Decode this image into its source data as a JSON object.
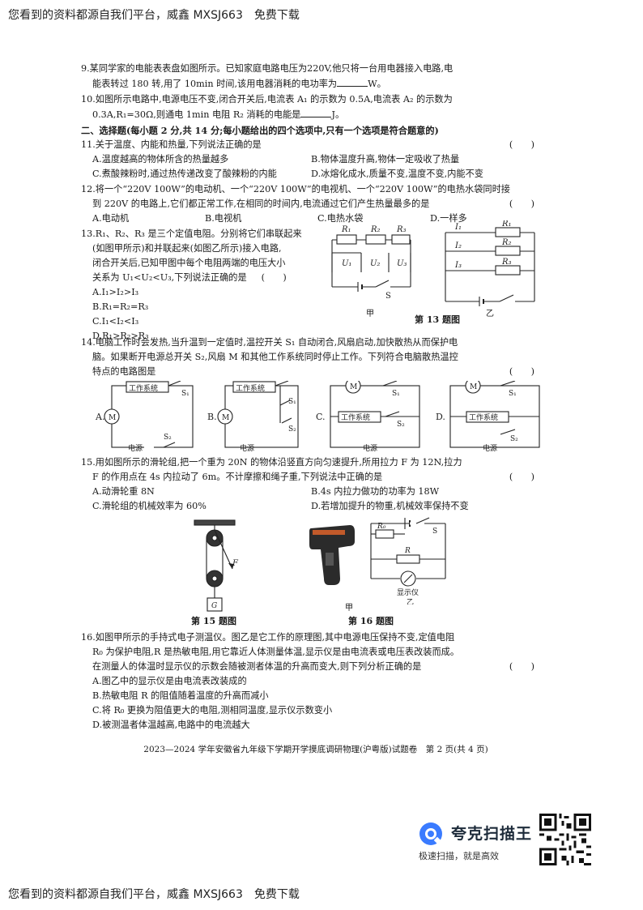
{
  "banner": "您看到的资料都源自我们平台，威鑫 MXSJ663　免费下载",
  "q9": {
    "line1": "9.某同学家的电能表表盘如图所示。已知家庭电路电压为220V,他只将一台用电器接入电路,电",
    "line2_a": "能表转过 180 转,用了 10min 时间,该用电器消耗的电功率为",
    "line2_b": "W。"
  },
  "q10": {
    "line1": "10.如图所示电路中,电源电压不变,闭合开关后,电流表 A₁ 的示数为 0.5A,电流表 A₂ 的示数为",
    "line2_a": "0.3A,R₁=30Ω,则通电 1min 电阻 R₂ 消耗的电能是",
    "line2_b": "J。"
  },
  "section2": "二、选择题(每小题 2 分,共 14 分;每小题给出的四个选项中,只有一个选项是符合题意的)",
  "paren": "(　　)",
  "q11": {
    "stem": "11.关于温度、内能和热量,下列说法正确的是",
    "A": "A.温度越高的物体所含的热量越多",
    "B": "B.物体温度升高,物体一定吸收了热量",
    "C": "C.煮酸辣粉时,通过热传递改变了酸辣粉的内能",
    "D": "D.冰熔化成水,质量不变,温度不变,内能不变"
  },
  "q12": {
    "line1": "12.将一个“220V 100W”的电动机、一个“220V 100W”的电视机、一个“220V 100W”的电热水袋同时接",
    "line2": "到 220V 的电路上,它们都正常工作,在相同的时间内,电流通过它们产生热量最多的是",
    "A": "A.电动机",
    "B": "B.电视机",
    "C": "C.电热水袋",
    "D": "D.一样多"
  },
  "q13": {
    "line1": "13.R₁、R₂、R₃ 是三个定值电阻。分别将它们串联起来",
    "line2": "(如图甲所示)和并联起来(如图乙所示)接入电路,",
    "line3": "闭合开关后,已知甲图中每个电阻两端的电压大小",
    "line4": "关系为 U₁<U₂<U₃,下列说法正确的是",
    "A": "A.I₁>I₂>I₃",
    "B": "B.R₁=R₂=R₃",
    "C": "C.I₁<I₂<I₃",
    "D": "D.R₁>R₂>R₃",
    "caption": "第 13 题图",
    "jia": "甲",
    "yi": "乙",
    "labels": {
      "R1": "R₁",
      "R2": "R₂",
      "R3": "R₃",
      "U1": "U₁",
      "U2": "U₂",
      "U3": "U₃",
      "S": "S",
      "I1": "I₁",
      "I2": "I₂",
      "I3": "I₃"
    }
  },
  "q14": {
    "line1": "14.电脑工作时会发热,当升温到一定值时,温控开关 S₁ 自动闭合,风扇启动,加快散热从而保护电",
    "line2": "脑。如果断开电源总开关 S₂,风扇 M 和其他工作系统同时停止工作。下列符合电脑散热温控",
    "line3": "特点的电路图是",
    "opts": [
      "A.",
      "B.",
      "C.",
      "D."
    ],
    "work": "工作系统",
    "power": "电源",
    "M": "M",
    "S1": "S₁",
    "S2": "S₂"
  },
  "q15": {
    "line1": "15.用如图所示的滑轮组,把一个重为 20N 的物体沿竖直方向匀速提升,所用拉力 F 为 12N,拉力",
    "line2": "F 的作用点在 4s 内拉动了 6m。不计摩擦和绳子重,下列说法中正确的是",
    "A": "A.动滑轮重 8N",
    "B": "B.4s 内拉力做功的功率为 18W",
    "C": "C.滑轮组的机械效率为 60%",
    "D": "D.若增加提升的物重,机械效率保持不变",
    "caption": "第 15 题图",
    "F": "F",
    "G": "G"
  },
  "q16": {
    "caption": "第 16 题图",
    "jia": "甲",
    "yi": "乙",
    "R0": "R₀",
    "R": "R",
    "S": "S",
    "display": "显示仪",
    "line1": "16.如图甲所示的手持式电子测温仪。图乙是它工作的原理图,其中电源电压保持不变,定值电阻",
    "line2": "R₀ 为保护电阻,R 是热敏电阻,用它靠近人体测量体温,显示仪是由电流表或电压表改装而成。",
    "line3": "在测量人的体温时显示仪的示数会随被测者体温的升高而变大,则下列分析正确的是",
    "A": "A.图乙中的显示仪是由电流表改装成的",
    "B": "B.热敏电阻 R 的阻值随着温度的升高而减小",
    "C": "C.将 R₀ 更换为阻值更大的电阻,测相同温度,显示仪示数变小",
    "D": "D.被测温者体温越高,电路中的电流越大"
  },
  "footer": "2023—2024 学年安徽省九年级下学期开学摸底调研物理(沪粤版)试题卷　第 2 页(共 4 页)",
  "logo": {
    "name": "夸克扫描王",
    "slogan": "极速扫描，就是高效"
  }
}
